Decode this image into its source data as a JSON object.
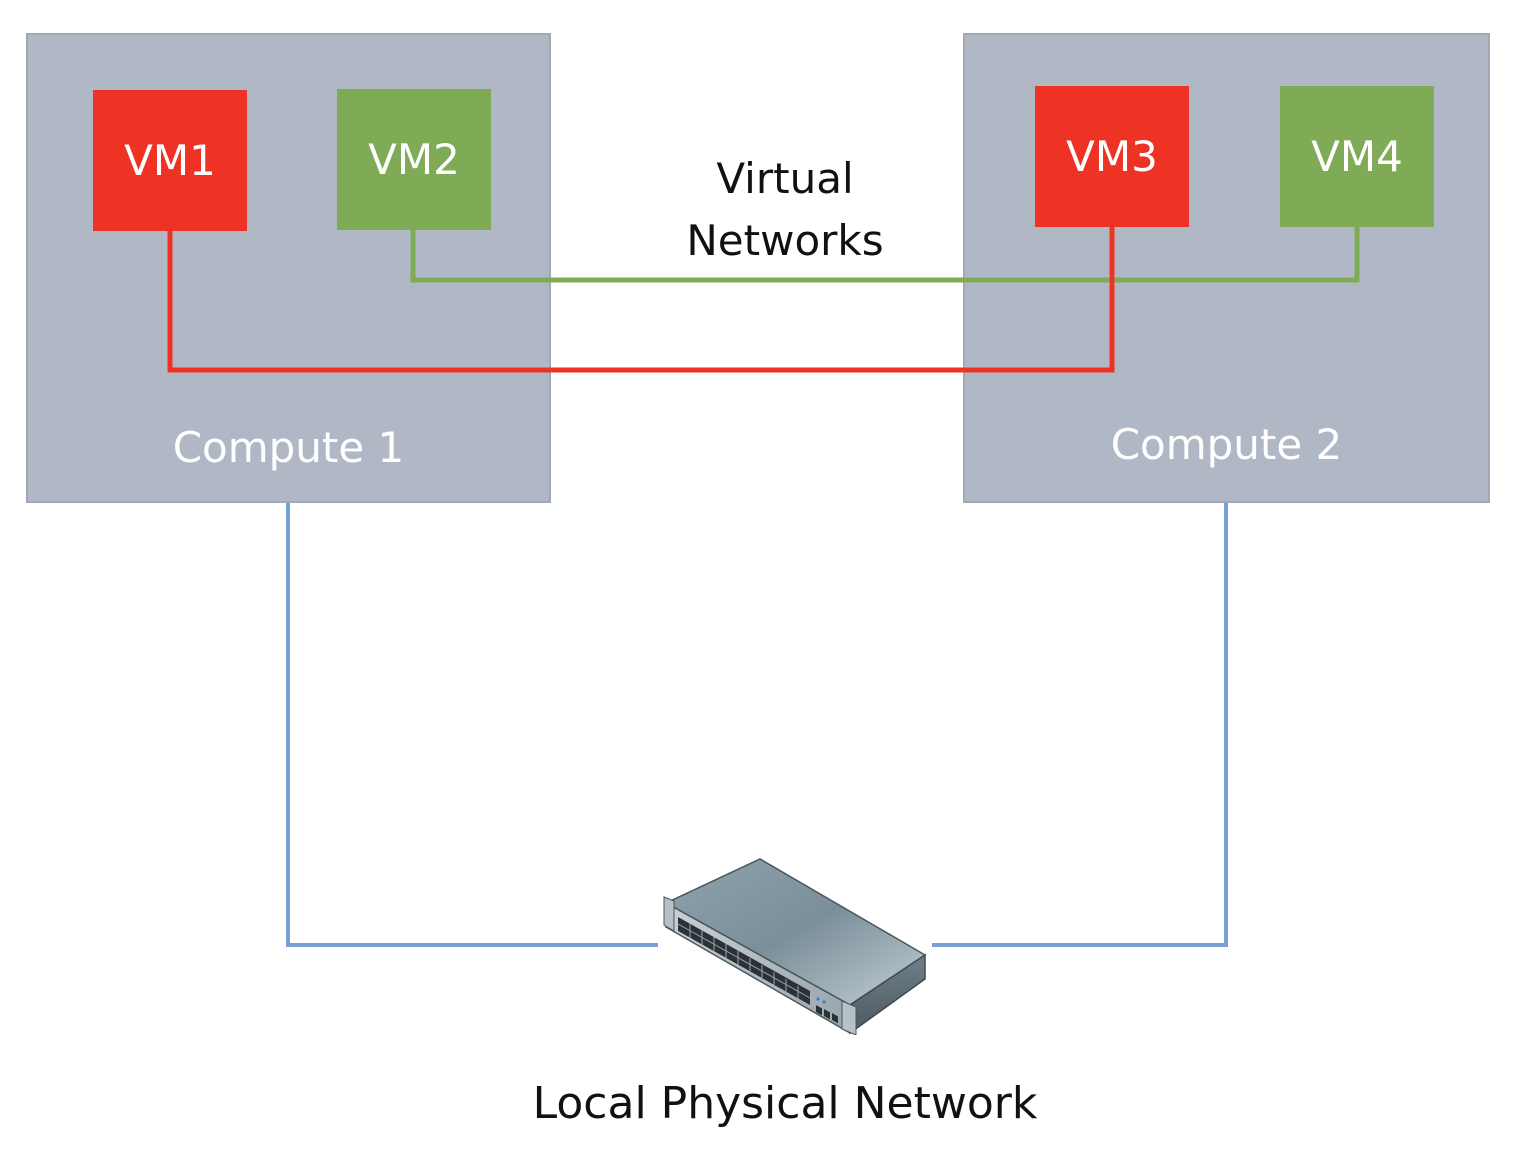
{
  "colors": {
    "host_fill": "#b0b8c6",
    "vm_red": "#ee3325",
    "vm_green": "#80ab56",
    "virtual_link_red": "#ee3325",
    "virtual_link_green": "#80ab56",
    "physical_link": "#79a0d2"
  },
  "hosts": [
    {
      "label": "Compute 1"
    },
    {
      "label": "Compute 2"
    }
  ],
  "vms": [
    {
      "label": "VM1",
      "network": "red"
    },
    {
      "label": "VM2",
      "network": "green"
    },
    {
      "label": "VM3",
      "network": "red"
    },
    {
      "label": "VM4",
      "network": "green"
    }
  ],
  "virtual_networks_label": [
    "Virtual",
    "Networks"
  ],
  "physical_network_label": "Local Physical Network",
  "switch_icon": "network-switch-icon"
}
